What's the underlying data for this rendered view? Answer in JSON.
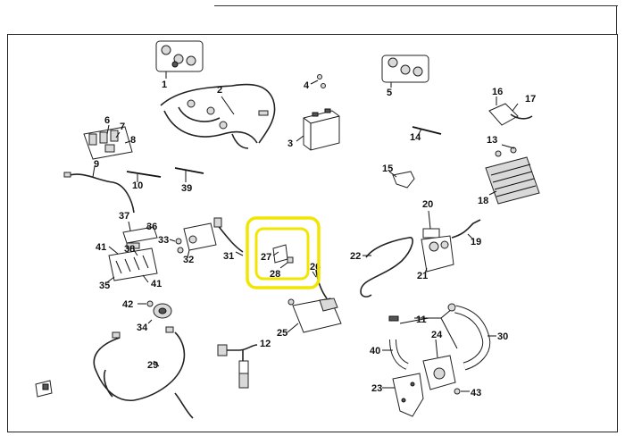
{
  "diagram": {
    "highlight_color": "#f2e600",
    "callouts": {
      "c1": "1",
      "c2": "2",
      "c3": "3",
      "c4": "4",
      "c5": "5",
      "c6": "6",
      "c7": "7",
      "c8": "8",
      "c9": "9",
      "c10": "10",
      "c11": "11",
      "c12": "12",
      "c13": "13",
      "c14": "14",
      "c15": "15",
      "c16": "16",
      "c17": "17",
      "c18": "18",
      "c19": "19",
      "c20": "20",
      "c21": "21",
      "c22": "22",
      "c23": "23",
      "c24": "24",
      "c25": "25",
      "c26": "26",
      "c27": "27",
      "c28": "28",
      "c29": "29",
      "c30": "30",
      "c31": "31",
      "c32": "32",
      "c33": "33",
      "c34": "34",
      "c35": "35",
      "c36": "36",
      "c37": "37",
      "c38": "38",
      "c39": "39",
      "c40": "40",
      "c41a": "41",
      "c41b": "41",
      "c42": "42",
      "c43": "43"
    }
  }
}
